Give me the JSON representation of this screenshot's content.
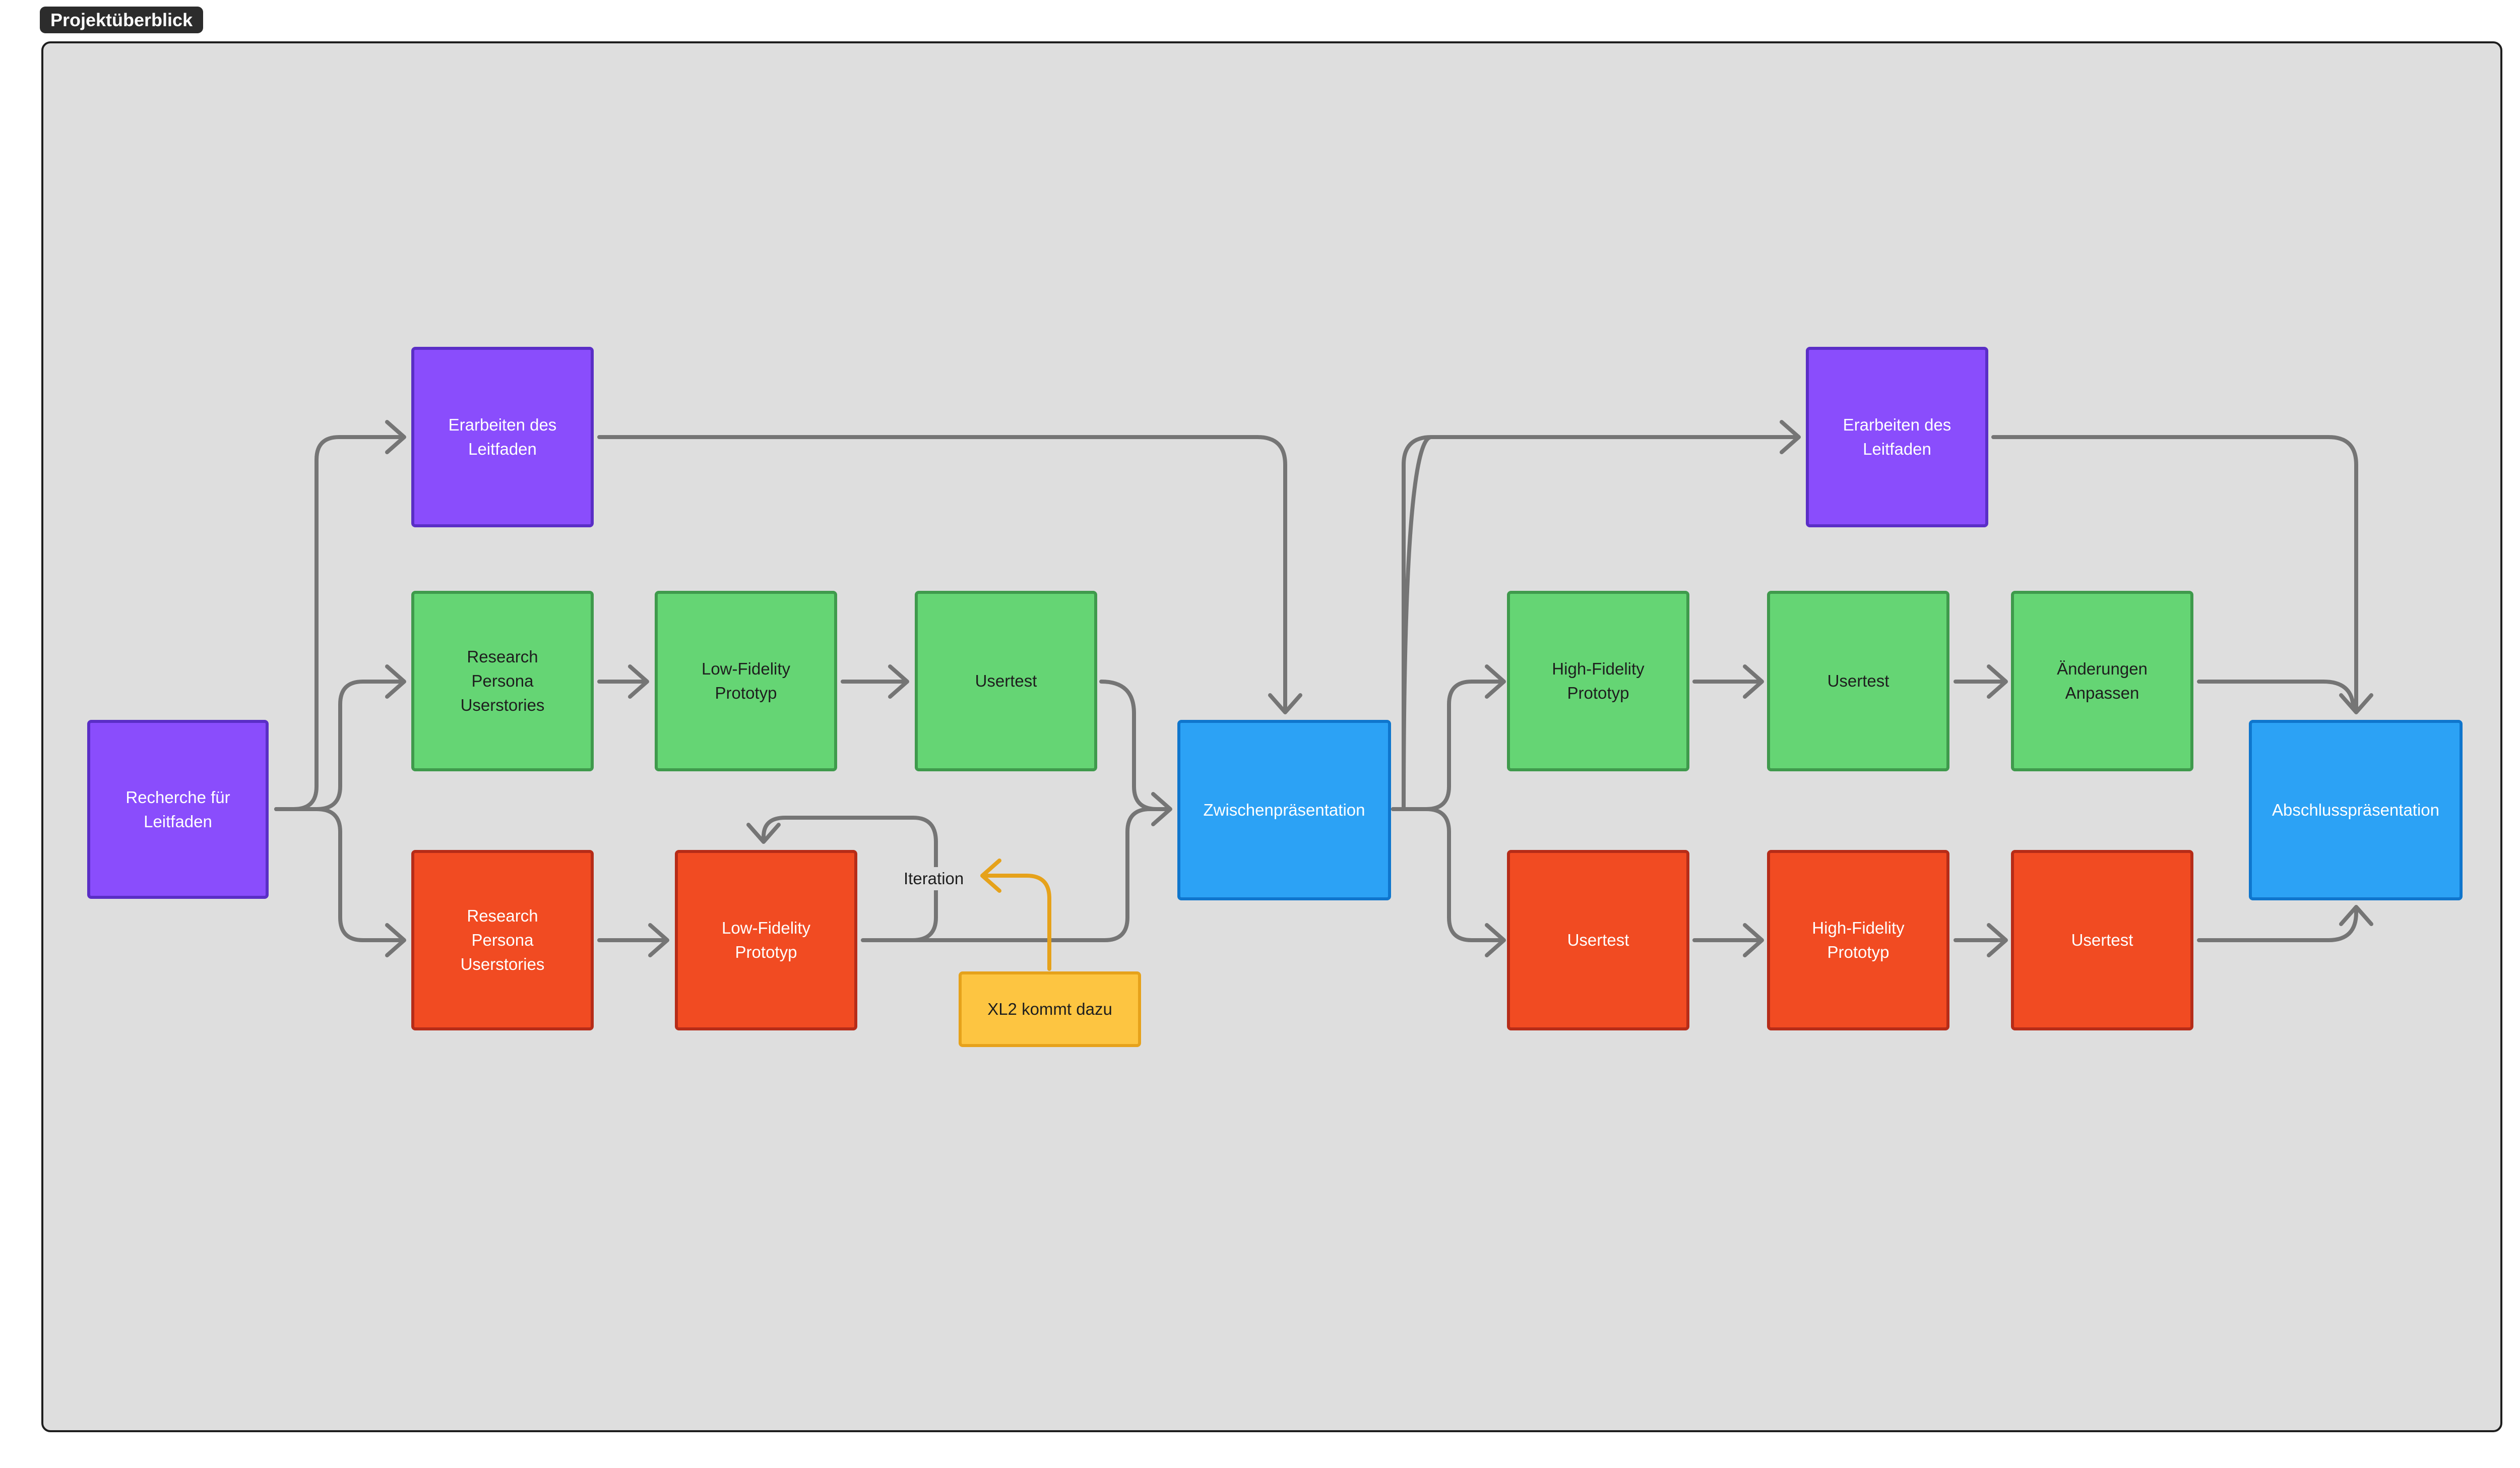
{
  "frame": {
    "title": "Projektüberblick"
  },
  "nodes": {
    "recherche": "Recherche für\nLeitfaden",
    "leitfaden_1": "Erarbeiten des\nLeitfaden",
    "research_green": "Research\nPersona\nUserstories",
    "lofi_green": "Low-Fidelity\nPrototyp",
    "usertest_green_1": "Usertest",
    "research_red": "Research\nPersona\nUserstories",
    "lofi_red": "Low-Fidelity\nPrototyp",
    "xl2": "XL2 kommt dazu",
    "zwischen": "Zwischenpräsentation",
    "leitfaden_2": "Erarbeiten des\nLeitfaden",
    "hifi_green": "High-Fidelity\nPrototyp",
    "usertest_green_2": "Usertest",
    "aenderungen": "Änderungen\nAnpassen",
    "usertest_red_1": "Usertest",
    "hifi_red": "High-Fidelity\nPrototyp",
    "usertest_red_2": "Usertest",
    "abschluss": "Abschlusspräsentation"
  },
  "labels": {
    "iteration": "Iteration"
  },
  "colors": {
    "purple": "#8a4dfc",
    "green": "#65d574",
    "red": "#f14b22",
    "blue": "#2ca2f5",
    "yellow": "#fdc541",
    "connector": "#757575",
    "connector_highlight": "#e6a21b"
  }
}
